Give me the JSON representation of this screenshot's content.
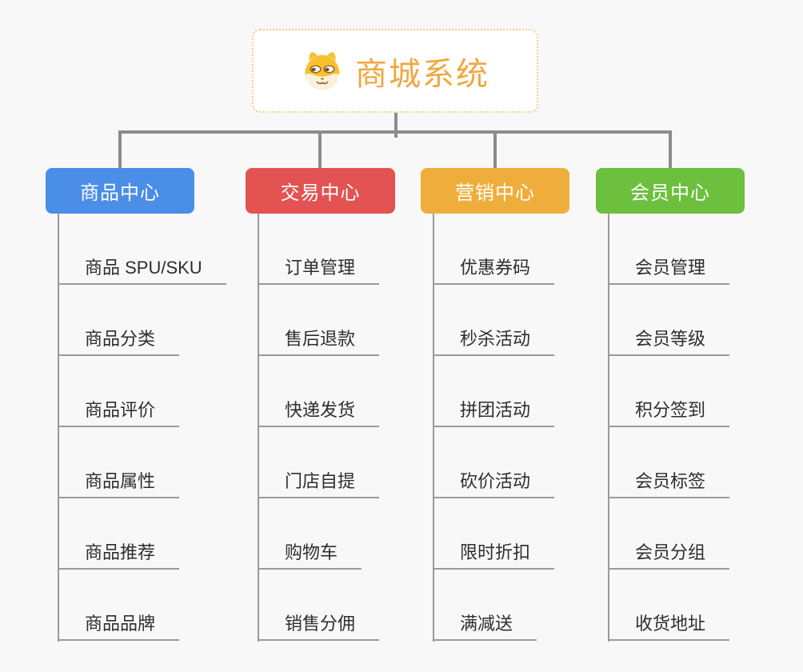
{
  "root": {
    "title": "商城系统",
    "icon": "doge-icon"
  },
  "branches": [
    {
      "label": "商品中心",
      "color": "#4a8ee8",
      "children": [
        "商品 SPU/SKU",
        "商品分类",
        "商品评价",
        "商品属性",
        "商品推荐",
        "商品品牌"
      ]
    },
    {
      "label": "交易中心",
      "color": "#e25351",
      "children": [
        "订单管理",
        "售后退款",
        "快递发货",
        "门店自提",
        "购物车",
        "销售分佣"
      ]
    },
    {
      "label": "营销中心",
      "color": "#efae3c",
      "children": [
        "优惠券码",
        "秒杀活动",
        "拼团活动",
        "砍价活动",
        "限时折扣",
        "满减送"
      ]
    },
    {
      "label": "会员中心",
      "color": "#6cc03d",
      "children": [
        "会员管理",
        "会员等级",
        "积分签到",
        "会员标签",
        "会员分组",
        "收货地址"
      ]
    }
  ],
  "colors": {
    "background": "#f8f8f8",
    "root_border": "#f3cd92",
    "root_title": "#f1a73f",
    "branch_text": "#ffffff",
    "connector_main": "#8c8c8c",
    "connector_sub": "#9a9a9a",
    "item_text": "#2e2e2e"
  }
}
